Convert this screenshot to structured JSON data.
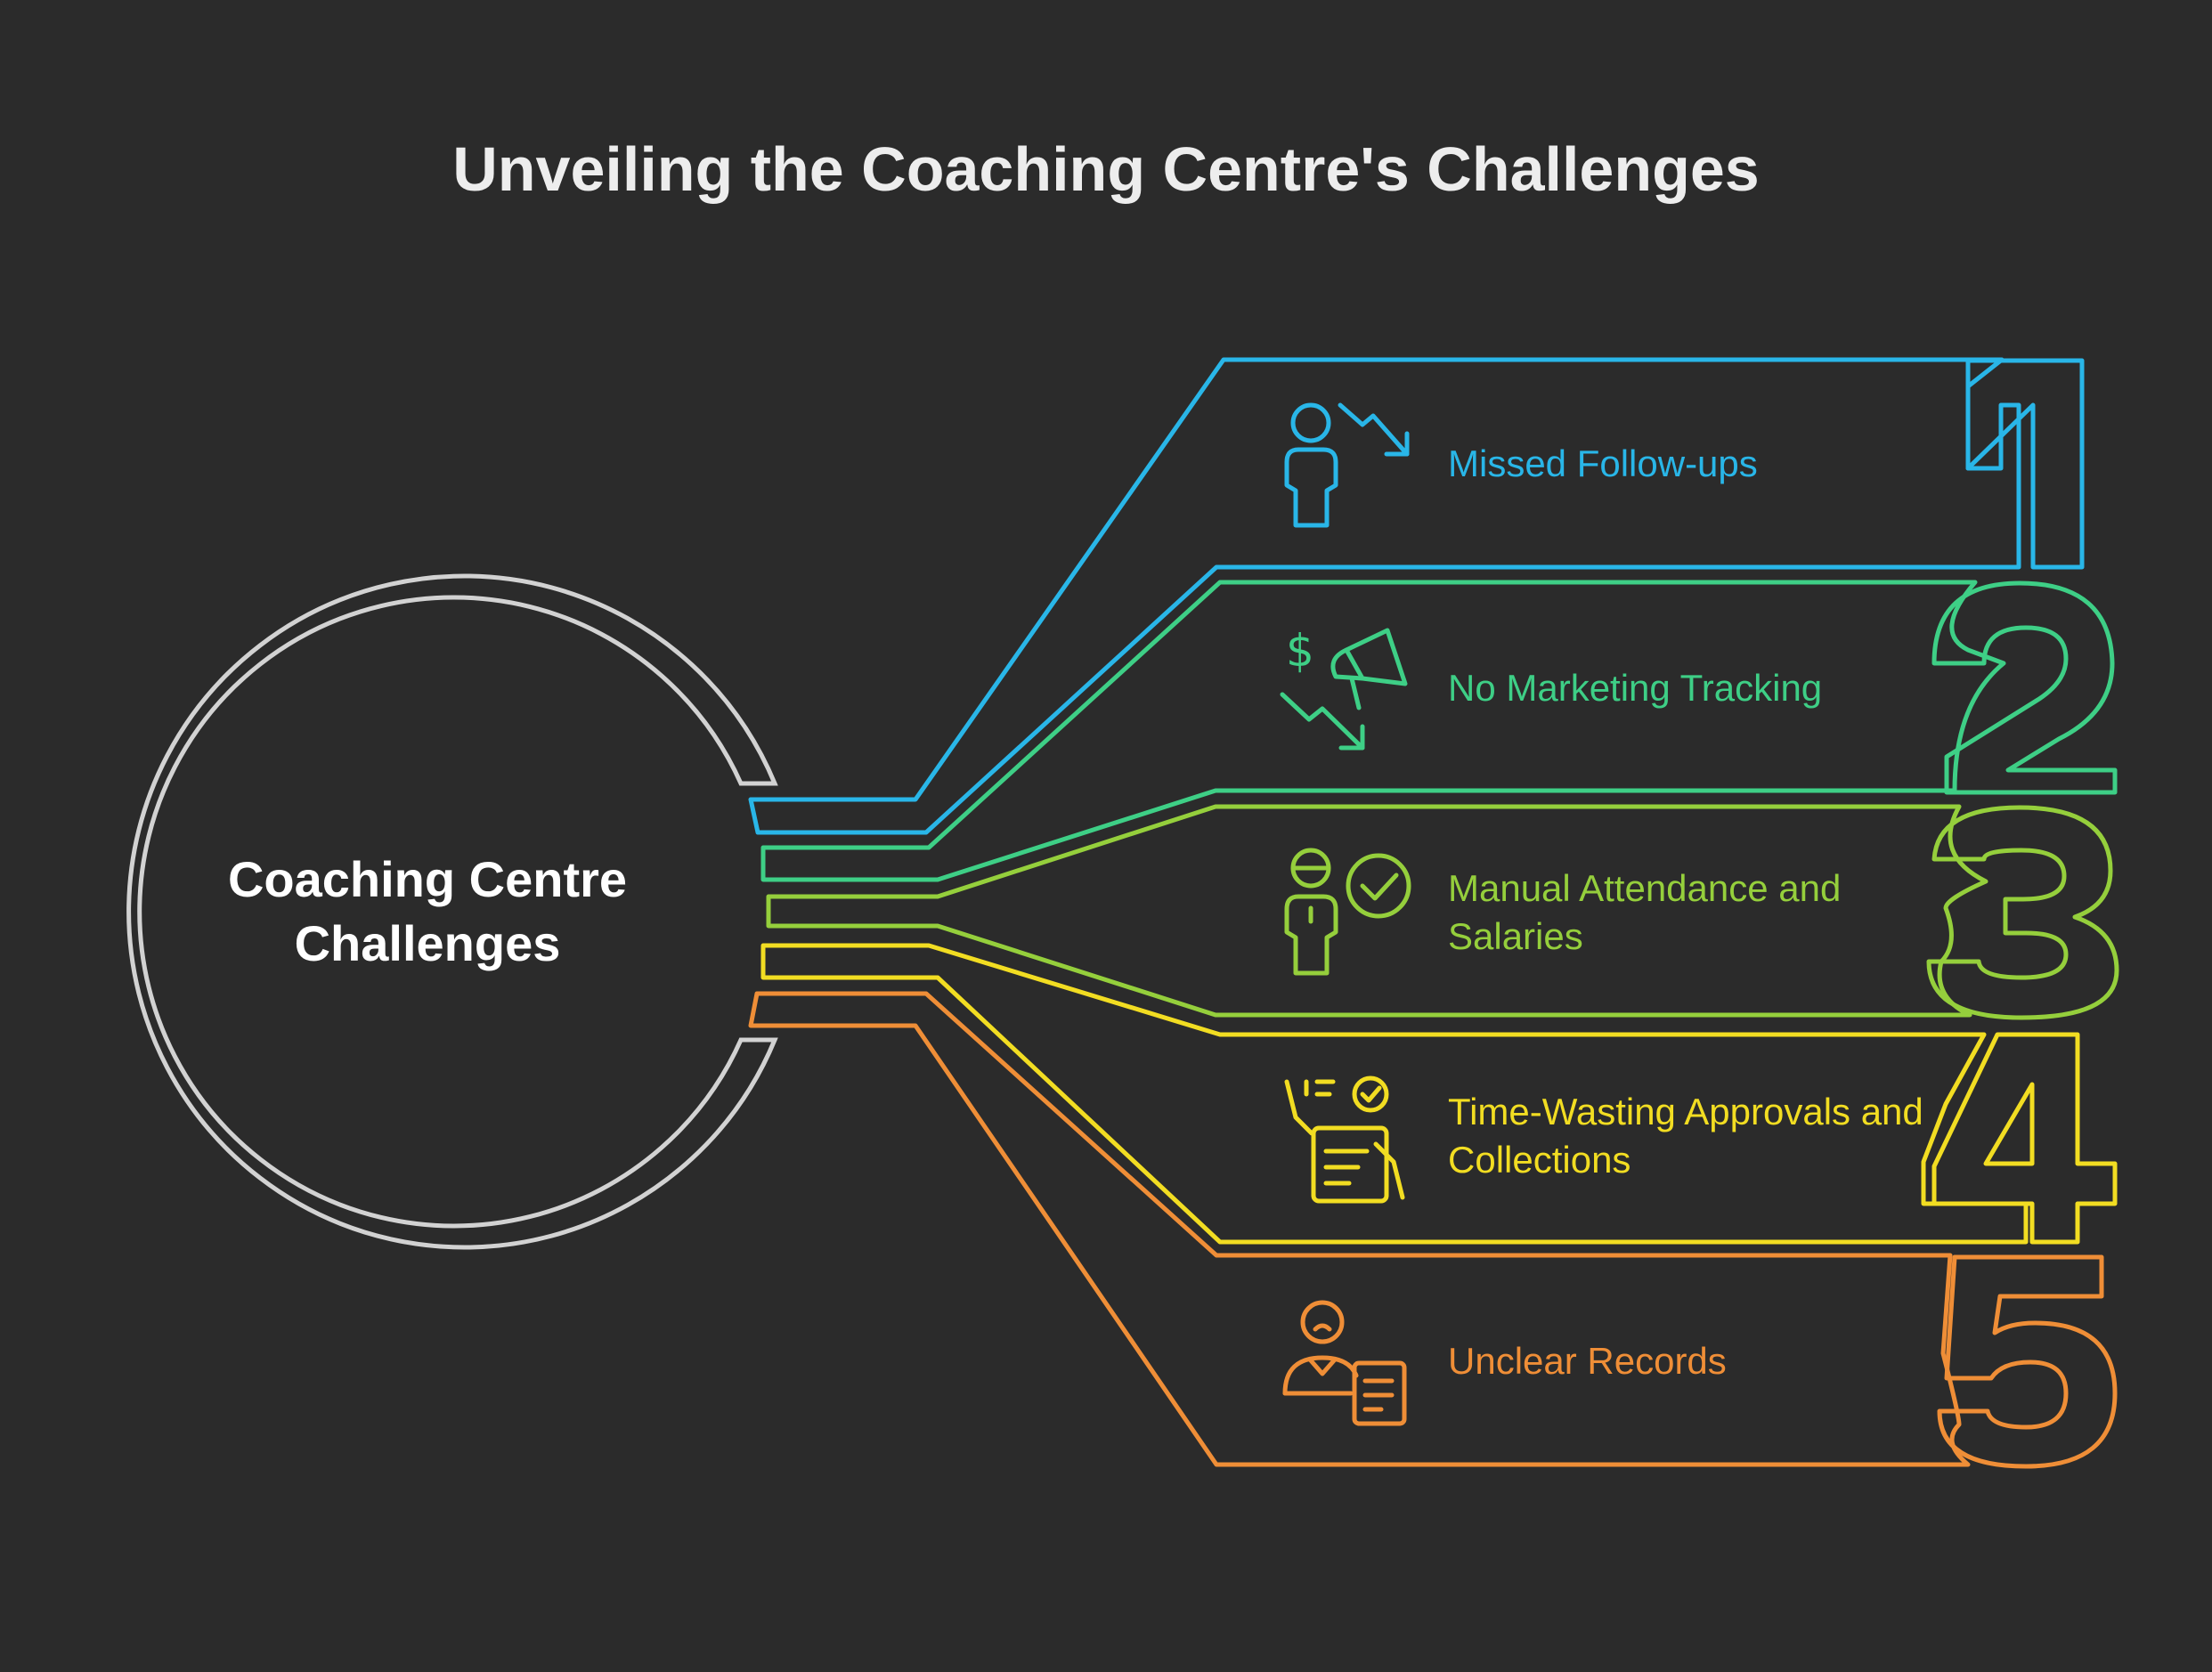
{
  "title": "Unveiling the Coaching Centre's Challenges",
  "center": {
    "line1": "Coaching Centre",
    "line2": "Challenges"
  },
  "items": [
    {
      "number": "1",
      "label": "Missed Follow-ups",
      "color": "#29b6e8",
      "icon": "person-trend-down-icon"
    },
    {
      "number": "2",
      "label": "No Marketing Tracking",
      "color": "#3ecf86",
      "icon": "money-megaphone-trend-down-icon"
    },
    {
      "number": "3",
      "label": "Manual Attendance and Salaries",
      "color": "#95cf3c",
      "icon": "worker-check-icon"
    },
    {
      "number": "4",
      "label": "Time-Wasting Approvals and Collections",
      "color": "#f2dd22",
      "icon": "document-approval-icon"
    },
    {
      "number": "5",
      "label": "Unclear Records",
      "color": "#ef8e37",
      "icon": "person-records-icon"
    }
  ],
  "ring_color": "#d2d2d2"
}
